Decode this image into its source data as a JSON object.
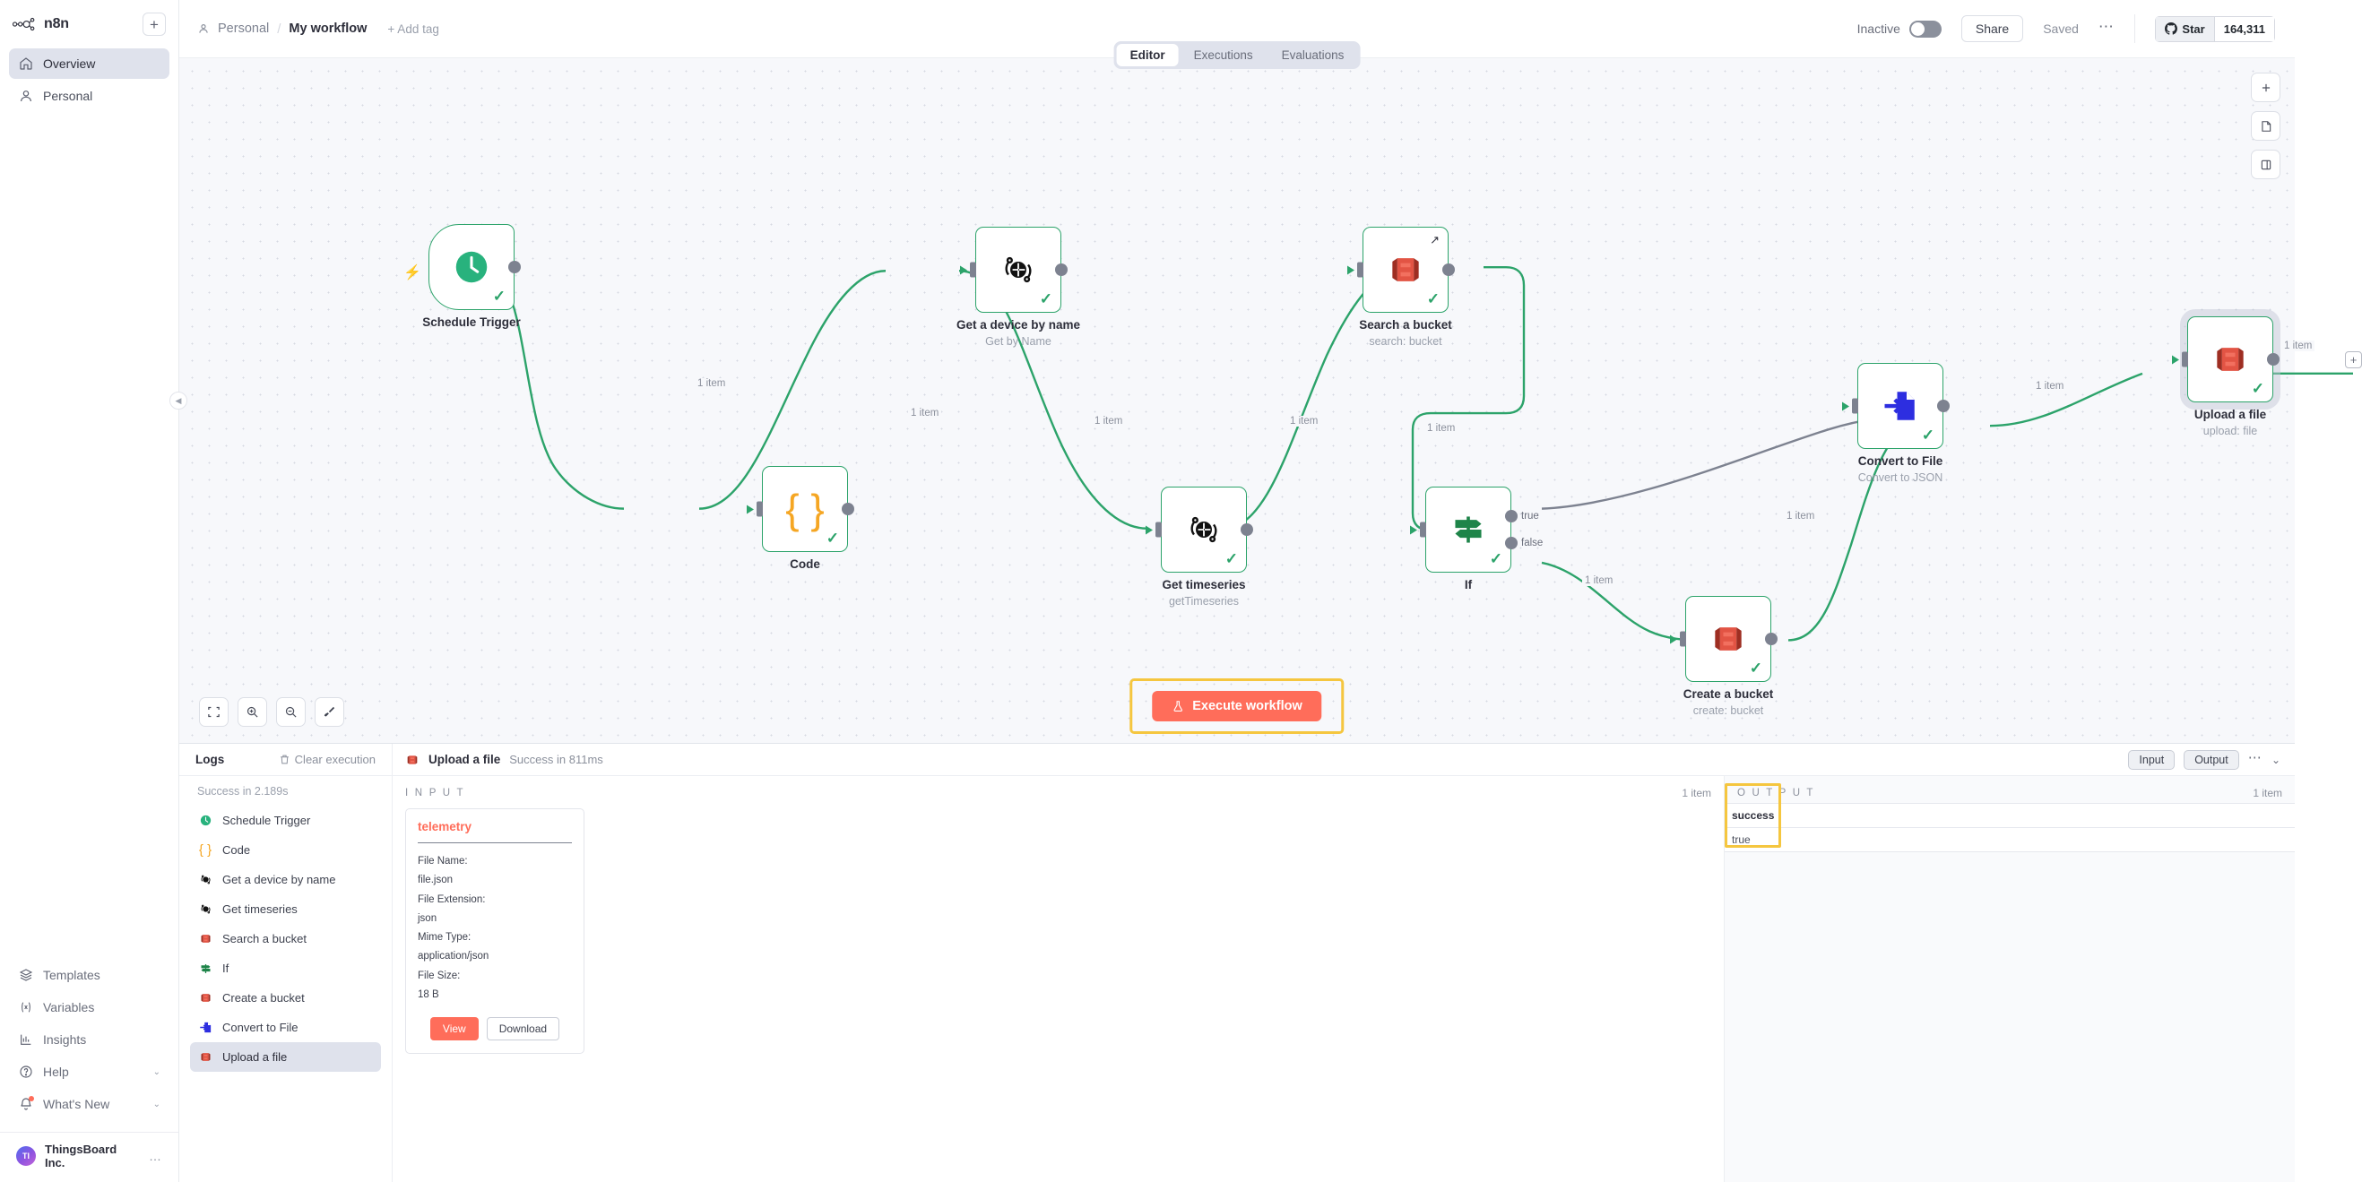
{
  "sidebar": {
    "brand": "n8n",
    "add_button": "+",
    "nav": [
      {
        "label": "Overview",
        "icon": "home-icon",
        "active": true
      },
      {
        "label": "Personal",
        "icon": "person-icon",
        "active": false
      }
    ],
    "bottom_nav": [
      {
        "label": "Templates",
        "icon": "templates-icon",
        "chevron": ""
      },
      {
        "label": "Variables",
        "icon": "variables-icon",
        "chevron": ""
      },
      {
        "label": "Insights",
        "icon": "insights-icon",
        "chevron": ""
      },
      {
        "label": "Help",
        "icon": "help-icon",
        "chevron": "⌄"
      },
      {
        "label": "What's New",
        "icon": "bell-icon",
        "chevron": "⌄"
      }
    ],
    "user": {
      "initials": "TI",
      "name": "ThingsBoard Inc.",
      "menu": "…"
    }
  },
  "header": {
    "breadcrumb_project": "Personal",
    "breadcrumb_separator": "/",
    "breadcrumb_title": "My workflow",
    "add_tag": "+ Add tag",
    "inactive_label": "Inactive",
    "share_label": "Share",
    "saved_label": "Saved",
    "kebab": "⋯",
    "github": {
      "star_label": "Star",
      "count": "164,311"
    }
  },
  "tabs": [
    {
      "label": "Editor",
      "active": true
    },
    {
      "label": "Executions",
      "active": false
    },
    {
      "label": "Evaluations",
      "active": false
    }
  ],
  "canvas": {
    "execute_button": "Execute workflow",
    "controls": [
      {
        "name": "fit-to-view-button",
        "glyph": "fit"
      },
      {
        "name": "zoom-in-button",
        "glyph": "zoom-in"
      },
      {
        "name": "zoom-out-button",
        "glyph": "zoom-out"
      },
      {
        "name": "tidy-up-button",
        "glyph": "tidy"
      }
    ],
    "right_controls": [
      {
        "name": "add-node-button",
        "glyph": "+"
      },
      {
        "name": "add-sticky-note-button",
        "glyph": "note"
      },
      {
        "name": "toggle-panel-button",
        "glyph": "panel"
      }
    ],
    "nodes": [
      {
        "id": "schedule",
        "name": "Schedule Trigger",
        "subtitle": "",
        "type": "trigger",
        "icon": "clock-icon"
      },
      {
        "id": "code",
        "name": "Code",
        "subtitle": "",
        "type": "code",
        "icon": "braces-icon"
      },
      {
        "id": "getdevice",
        "name": "Get a device by name",
        "subtitle": "Get by Name",
        "type": "thingsboard",
        "icon": "thingsboard-icon"
      },
      {
        "id": "gettimeseries",
        "name": "Get timeseries",
        "subtitle": "getTimeseries",
        "type": "thingsboard",
        "icon": "thingsboard-icon"
      },
      {
        "id": "searchbucket",
        "name": "Search a bucket",
        "subtitle": "search: bucket",
        "type": "s3",
        "icon": "aws-s3-icon"
      },
      {
        "id": "if",
        "name": "If",
        "subtitle": "",
        "type": "if",
        "icon": "signpost-icon"
      },
      {
        "id": "createbucket",
        "name": "Create a bucket",
        "subtitle": "create: bucket",
        "type": "s3",
        "icon": "aws-s3-icon"
      },
      {
        "id": "converttofile",
        "name": "Convert to File",
        "subtitle": "Convert to JSON",
        "type": "convert",
        "icon": "convert-file-icon"
      },
      {
        "id": "uploadfile",
        "name": "Upload a file",
        "subtitle": "upload: file",
        "type": "s3",
        "icon": "aws-s3-icon",
        "selected": true
      }
    ],
    "edge_labels": [
      {
        "id": "e1",
        "text": "1 item"
      },
      {
        "id": "e2",
        "text": "1 item"
      },
      {
        "id": "e3",
        "text": "1 item"
      },
      {
        "id": "e4",
        "text": "1 item"
      },
      {
        "id": "e5",
        "text": "1 item"
      },
      {
        "id": "e6",
        "text": "1 item"
      },
      {
        "id": "e7",
        "text": "1 item"
      },
      {
        "id": "e8",
        "text": "1 item"
      },
      {
        "id": "e9",
        "text": "1 item"
      }
    ],
    "if_ports": {
      "true": "true",
      "false": "false"
    }
  },
  "bottom": {
    "logs_title": "Logs",
    "clear_execution": "Clear execution",
    "selected_node": "Upload a file",
    "selected_status": "Success in 811ms",
    "input_button": "Input",
    "output_button": "Output",
    "kebab": "⋯",
    "chevron": "⌄",
    "run_status": "Success in 2.189s",
    "log_items": [
      {
        "label": "Schedule Trigger",
        "icon": "clock-icon",
        "active": false
      },
      {
        "label": "Code",
        "icon": "braces-icon",
        "active": false
      },
      {
        "label": "Get a device by name",
        "icon": "thingsboard-icon",
        "active": false
      },
      {
        "label": "Get timeseries",
        "icon": "thingsboard-icon",
        "active": false
      },
      {
        "label": "Search a bucket",
        "icon": "aws-s3-icon",
        "active": false
      },
      {
        "label": "If",
        "icon": "signpost-icon",
        "active": false
      },
      {
        "label": "Create a bucket",
        "icon": "aws-s3-icon",
        "active": false
      },
      {
        "label": "Convert to File",
        "icon": "convert-file-icon",
        "active": false
      },
      {
        "label": "Upload a file",
        "icon": "aws-s3-icon",
        "active": true
      }
    ],
    "input": {
      "title": "I N P U T",
      "count": "1 item",
      "file": {
        "binary_key": "telemetry",
        "file_name_label": "File Name:",
        "file_name_value": "file.json",
        "file_ext_label": "File Extension:",
        "file_ext_value": "json",
        "mime_label": "Mime Type:",
        "mime_value": "application/json",
        "size_label": "File Size:",
        "size_value": "18 B",
        "view_button": "View",
        "download_button": "Download"
      }
    },
    "output": {
      "title": "O U T P U T",
      "count": "1 item",
      "columns": [
        "success"
      ],
      "rows": [
        [
          "true"
        ]
      ]
    }
  },
  "colors": {
    "accent_green": "#2ca36a",
    "accent_red": "#ff6d5a",
    "highlight_yellow": "#f5c63f",
    "s3_red": "#e25444",
    "convert_blue": "#2d2ee0",
    "code_orange": "#f5a623"
  }
}
